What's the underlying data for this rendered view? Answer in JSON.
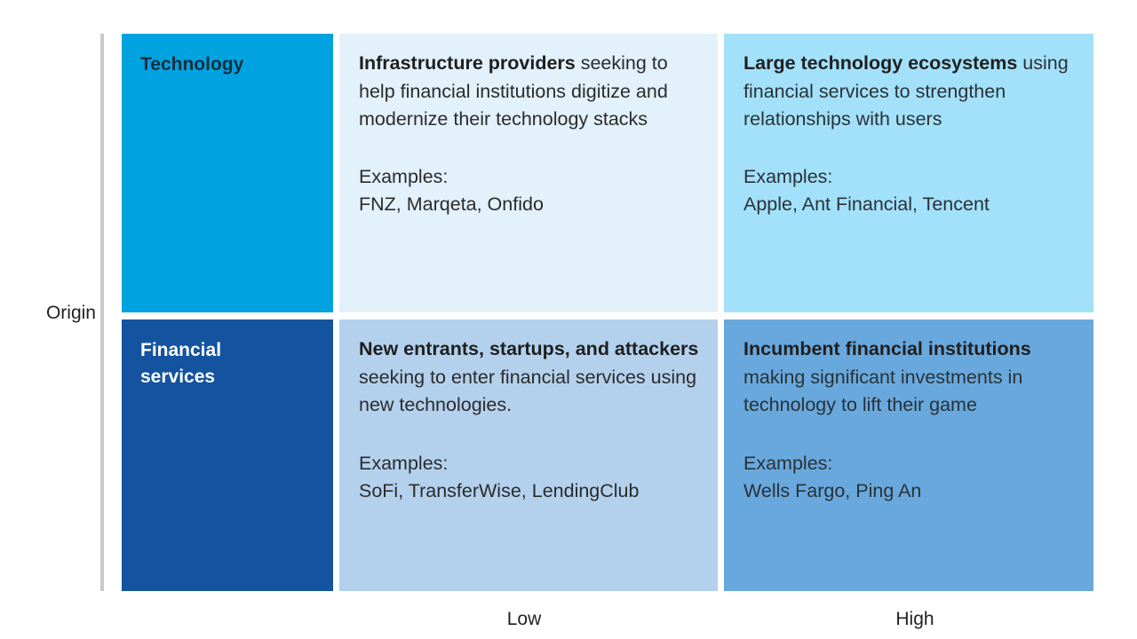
{
  "axes": {
    "y_label": "Origin",
    "x_ticks": [
      "Low",
      "High"
    ]
  },
  "rows": [
    {
      "key": "technology",
      "label": "Technology"
    },
    {
      "key": "financial_services",
      "label": "Financial\nservices"
    }
  ],
  "quadrants": {
    "top_left": {
      "lead": "Infrastructure providers",
      "rest": " seeking to help financial institutions digitize and modernize their technology stacks",
      "examples_label": "Examples:",
      "examples": "FNZ, Marqeta, Onfido"
    },
    "top_right": {
      "lead": "Large technology ecosystems",
      "rest": " using financial services to strengthen relationships with users",
      "examples_label": "Examples:",
      "examples": "Apple, Ant Financial, Tencent"
    },
    "bottom_left": {
      "lead": "New entrants, startups, and attackers",
      "rest": " seeking to enter financial services using new technologies.",
      "examples_label": "Examples:",
      "examples": "SoFi, TransferWise, LendingClub"
    },
    "bottom_right": {
      "lead": "Incumbent financial institutions",
      "rest": " making significant investments in technology to lift their game",
      "examples_label": "Examples:",
      "examples": "Wells Fargo, Ping An"
    }
  },
  "colors": {
    "technology_header": "#00a3e0",
    "financial_services_header": "#14539f",
    "top_left_cell": "#e2f1fa",
    "top_right_cell": "#a3e0fa",
    "bottom_left_cell": "#b3d1ed",
    "bottom_right_cell": "#69a8dd",
    "axis_line": "#c6c9cb",
    "text": "#231f20"
  }
}
